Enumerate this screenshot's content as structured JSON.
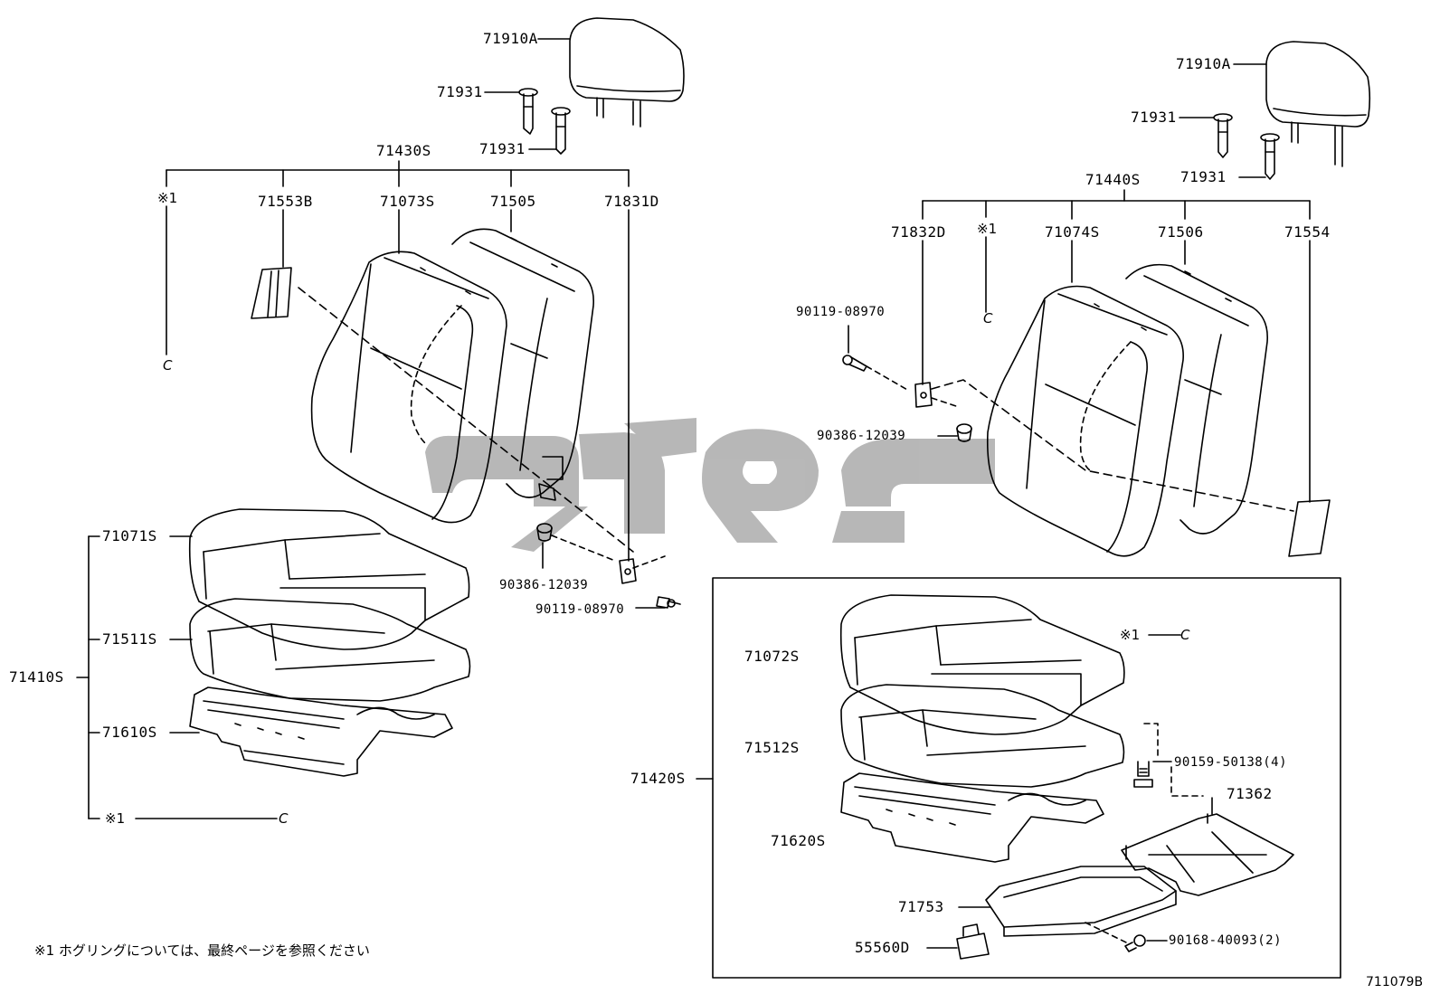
{
  "diagram": {
    "figure_code": "711079B",
    "footnote": "※1 ホグリングについては、最終ページを参照ください",
    "ref_mark": "※1",
    "ref_letter": "C",
    "watermark_color": "#b4b4b4",
    "line_color": "#000000",
    "left_seat": {
      "headrest": "71910A",
      "headrest_support_1": "71931",
      "headrest_support_2": "71931",
      "back_assy": "71430S",
      "back_items": [
        "71553B",
        "71073S",
        "71505",
        "71831D"
      ],
      "cushion_assy": "71410S",
      "cushion_items": [
        "71071S",
        "71511S",
        "71610S"
      ],
      "fasteners": [
        "90386-12039",
        "90119-08970"
      ]
    },
    "right_seat": {
      "headrest": "71910A",
      "headrest_support_1": "71931",
      "headrest_support_2": "71931",
      "back_assy": "71440S",
      "back_items": [
        "71832D",
        "71074S",
        "71506",
        "71554"
      ],
      "fasteners": [
        "90119-08970",
        "90386-12039"
      ],
      "cushion_assy": "71420S",
      "cushion_items": [
        "71072S",
        "71512S",
        "71620S",
        "71753",
        "55560D",
        "71362"
      ],
      "bolts": [
        "90159-50138(4)",
        "90168-40093(2)"
      ]
    }
  }
}
